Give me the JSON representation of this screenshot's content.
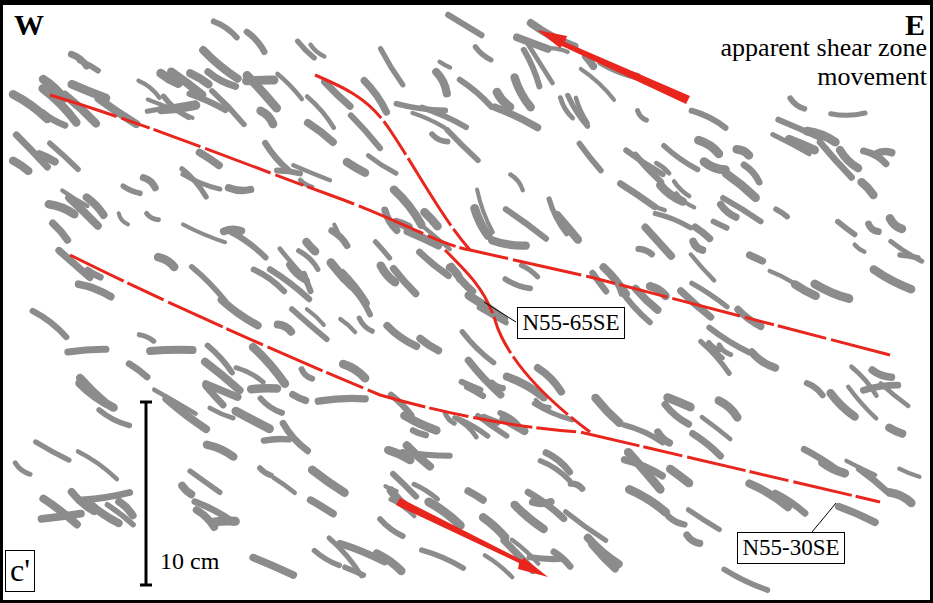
{
  "diagram": {
    "nodes": [
      {
        "text": [
          "N55-65SE"
        ]
      },
      {
        "text": [
          "N55-30SE"
        ]
      },
      {
        "text": [
          "c'"
        ]
      }
    ],
    "labels": [
      "W",
      "E",
      "apparent shear zone movement",
      "10 cm"
    ]
  }
}
